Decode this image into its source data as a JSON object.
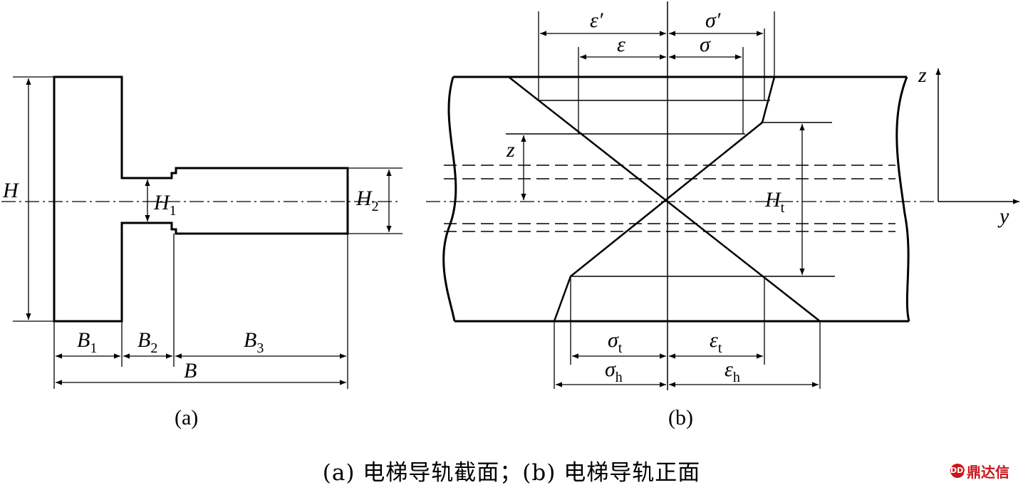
{
  "figure_a": {
    "label_H": "H",
    "label_H1": "H",
    "label_H1_sub": "1",
    "label_H2": "H",
    "label_H2_sub": "2",
    "label_B1": "B",
    "label_B1_sub": "1",
    "label_B2": "B",
    "label_B2_sub": "2",
    "label_B3": "B",
    "label_B3_sub": "3",
    "label_B": "B",
    "tag": "(a)"
  },
  "figure_b": {
    "label_eps_prime": "ε′",
    "label_sigma_prime": "σ′",
    "label_eps": "ε",
    "label_sigma": "σ",
    "label_z": "z",
    "label_Ht": "H",
    "label_Ht_sub": "t",
    "label_sigma_t": "σ",
    "label_sigma_t_sub": "t",
    "label_eps_t": "ε",
    "label_eps_t_sub": "t",
    "label_sigma_h": "σ",
    "label_sigma_h_sub": "h",
    "label_eps_h": "ε",
    "label_eps_h_sub": "h",
    "axis_z": "z",
    "axis_y": "y",
    "tag": "(b)"
  },
  "caption": "(a)  电梯导轨截面；(b)  电梯导轨正面",
  "watermark": "鼎达信",
  "watermark_mark": "DDX",
  "colors": {
    "line": "#000000",
    "watermark": "#c8161d"
  }
}
